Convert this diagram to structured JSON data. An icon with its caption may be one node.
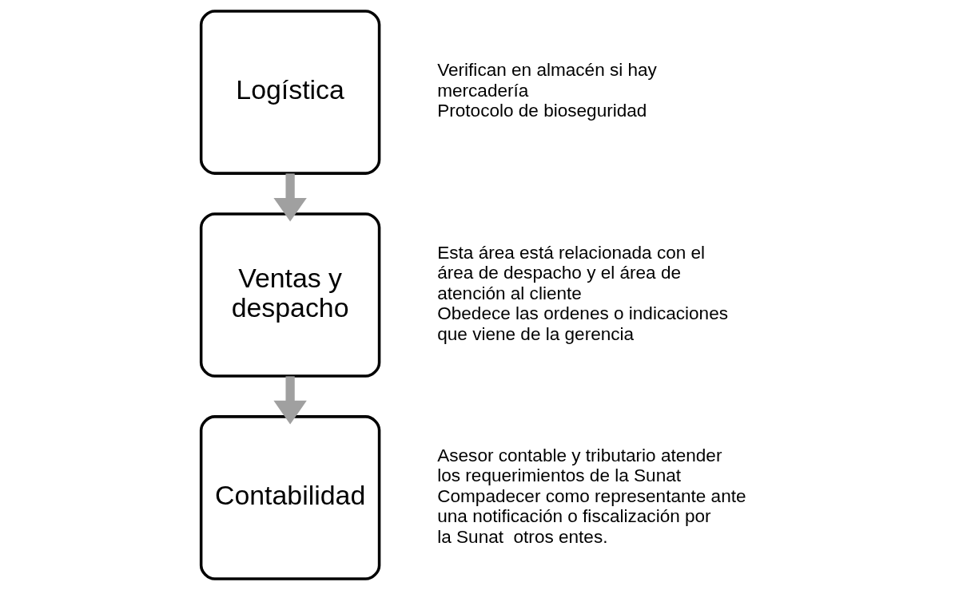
{
  "diagram": {
    "nodes": [
      {
        "text": [
          "Logística"
        ],
        "beside": [
          "Verifican en almacén si hay mercadería",
          "Protocolo de bioseguridad"
        ]
      },
      {
        "text": [
          "Ventas y despacho"
        ],
        "beside": [
          "Esta área está relacionada con el área de despacho y el área de atención al cliente",
          "Obedece las ordenes o indicaciones que viene de la gerencia"
        ]
      },
      {
        "text": [
          "Contabilidad"
        ],
        "beside": [
          "Asesor contable y tributario atender los requerimientos de la Sunat",
          "Compadecer como representante ante una notificación o fiscalización por la Sunat  otros entes."
        ]
      }
    ],
    "edges": [
      {
        "from": 0,
        "to": 1,
        "arrow": "to"
      },
      {
        "from": 1,
        "to": 2,
        "arrow": "to"
      }
    ]
  }
}
